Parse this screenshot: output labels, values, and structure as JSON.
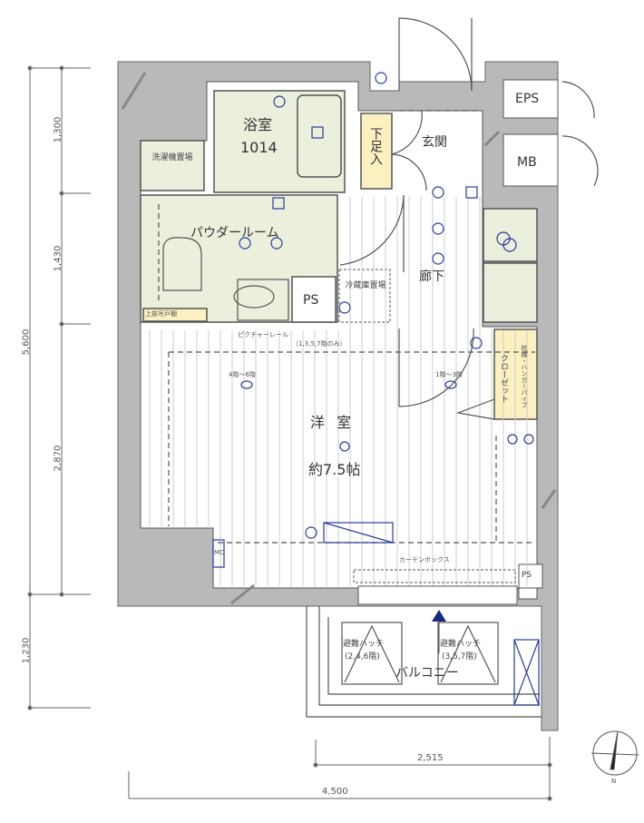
{
  "colors": {
    "wall": "#b9b9b9",
    "wet_area": "#eaf0dc",
    "storage": "#fbf1c0",
    "fixture_symbols": "#2a3a9a",
    "lines": "#555555"
  },
  "rooms": {
    "bath": {
      "name": "浴室",
      "size": "1014"
    },
    "washer": "洗濯機置場",
    "powder_room": "パウダールーム",
    "shoe_storage": "下足入",
    "entrance": "玄関",
    "eps": "EPS",
    "mb": "MB",
    "hallway": "廊下",
    "fridge": "冷蔵庫置場",
    "ps_1": "PS",
    "ps_2": "PS",
    "western_room": {
      "name": "洋 室",
      "size": "約7.5帖"
    },
    "closet": "クローゼット",
    "closet_note": "枕棚・ハンガーパイプ",
    "balcony": "バルコニー",
    "hatch_1": {
      "name": "避難ハッチ",
      "floors": "(2,4,6階)"
    },
    "hatch_2": {
      "name": "避難ハッチ",
      "floors": "(3,5,7階)"
    }
  },
  "notes": {
    "picture_rail": "ピクチャーレール",
    "picture_rail_floors": "（1,3,5,7階のみ）",
    "light_floors_1": "4階～6階",
    "light_floors_2": "1階～3階",
    "curtain_box": "カーテンボックス",
    "upper_cabinet": "上部吊戸棚",
    "mc": "MC"
  },
  "dimensions": {
    "vertical": [
      "1,300",
      "1,430",
      "2,870",
      "5,600",
      "1,230"
    ],
    "horizontal": [
      "2,515",
      "4,500"
    ]
  },
  "compass": {
    "label": "N"
  }
}
